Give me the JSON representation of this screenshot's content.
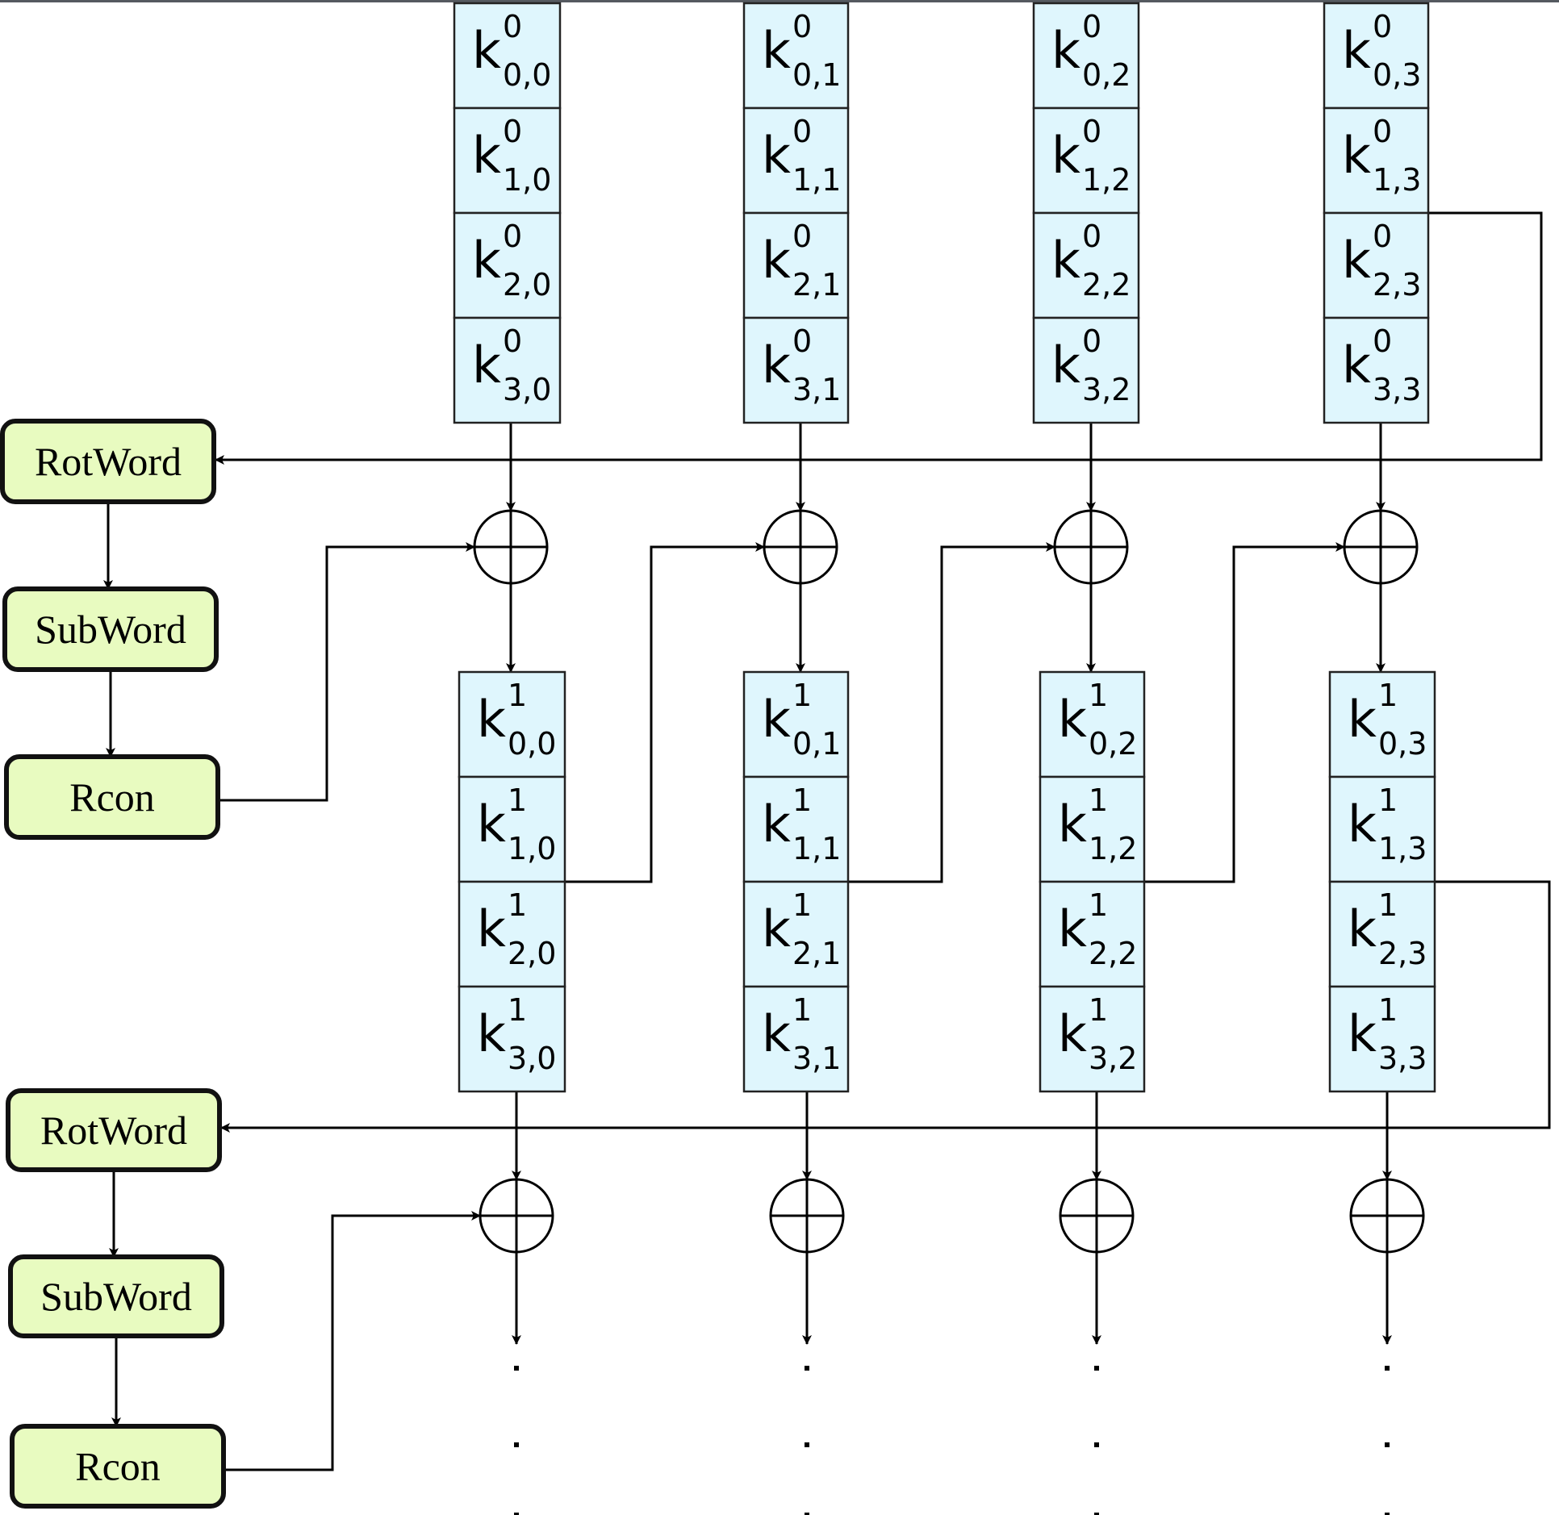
{
  "title": "AES key expansion schedule",
  "colors": {
    "key_cell_fill": "#dff6fd",
    "operation_fill": "#e8fbc0",
    "stroke": "#000000"
  },
  "rounds": [
    {
      "round": 0,
      "columns": [
        {
          "index": 0,
          "cells": [
            {
              "base": "k",
              "sup": "0",
              "sub": "0,0"
            },
            {
              "base": "k",
              "sup": "0",
              "sub": "1,0"
            },
            {
              "base": "k",
              "sup": "0",
              "sub": "2,0"
            },
            {
              "base": "k",
              "sup": "0",
              "sub": "3,0"
            }
          ]
        },
        {
          "index": 1,
          "cells": [
            {
              "base": "k",
              "sup": "0",
              "sub": "0,1"
            },
            {
              "base": "k",
              "sup": "0",
              "sub": "1,1"
            },
            {
              "base": "k",
              "sup": "0",
              "sub": "2,1"
            },
            {
              "base": "k",
              "sup": "0",
              "sub": "3,1"
            }
          ]
        },
        {
          "index": 2,
          "cells": [
            {
              "base": "k",
              "sup": "0",
              "sub": "0,2"
            },
            {
              "base": "k",
              "sup": "0",
              "sub": "1,2"
            },
            {
              "base": "k",
              "sup": "0",
              "sub": "2,2"
            },
            {
              "base": "k",
              "sup": "0",
              "sub": "3,2"
            }
          ]
        },
        {
          "index": 3,
          "cells": [
            {
              "base": "k",
              "sup": "0",
              "sub": "0,3"
            },
            {
              "base": "k",
              "sup": "0",
              "sub": "1,3"
            },
            {
              "base": "k",
              "sup": "0",
              "sub": "2,3"
            },
            {
              "base": "k",
              "sup": "0",
              "sub": "3,3"
            }
          ]
        }
      ]
    },
    {
      "round": 1,
      "columns": [
        {
          "index": 0,
          "cells": [
            {
              "base": "k",
              "sup": "1",
              "sub": "0,0"
            },
            {
              "base": "k",
              "sup": "1",
              "sub": "1,0"
            },
            {
              "base": "k",
              "sup": "1",
              "sub": "2,0"
            },
            {
              "base": "k",
              "sup": "1",
              "sub": "3,0"
            }
          ]
        },
        {
          "index": 1,
          "cells": [
            {
              "base": "k",
              "sup": "1",
              "sub": "0,1"
            },
            {
              "base": "k",
              "sup": "1",
              "sub": "1,1"
            },
            {
              "base": "k",
              "sup": "1",
              "sub": "2,1"
            },
            {
              "base": "k",
              "sup": "1",
              "sub": "3,1"
            }
          ]
        },
        {
          "index": 2,
          "cells": [
            {
              "base": "k",
              "sup": "1",
              "sub": "0,2"
            },
            {
              "base": "k",
              "sup": "1",
              "sub": "1,2"
            },
            {
              "base": "k",
              "sup": "1",
              "sub": "2,2"
            },
            {
              "base": "k",
              "sup": "1",
              "sub": "3,2"
            }
          ]
        },
        {
          "index": 3,
          "cells": [
            {
              "base": "k",
              "sup": "1",
              "sub": "0,3"
            },
            {
              "base": "k",
              "sup": "1",
              "sub": "1,3"
            },
            {
              "base": "k",
              "sup": "1",
              "sub": "2,3"
            },
            {
              "base": "k",
              "sup": "1",
              "sub": "3,3"
            }
          ]
        }
      ]
    }
  ],
  "operations": [
    {
      "stage": 0,
      "steps": [
        "RotWord",
        "SubWord",
        "Rcon"
      ]
    },
    {
      "stage": 1,
      "steps": [
        "RotWord",
        "SubWord",
        "Rcon"
      ]
    }
  ],
  "xor_symbol": "xor-icon",
  "continuation": "vertical-ellipsis"
}
